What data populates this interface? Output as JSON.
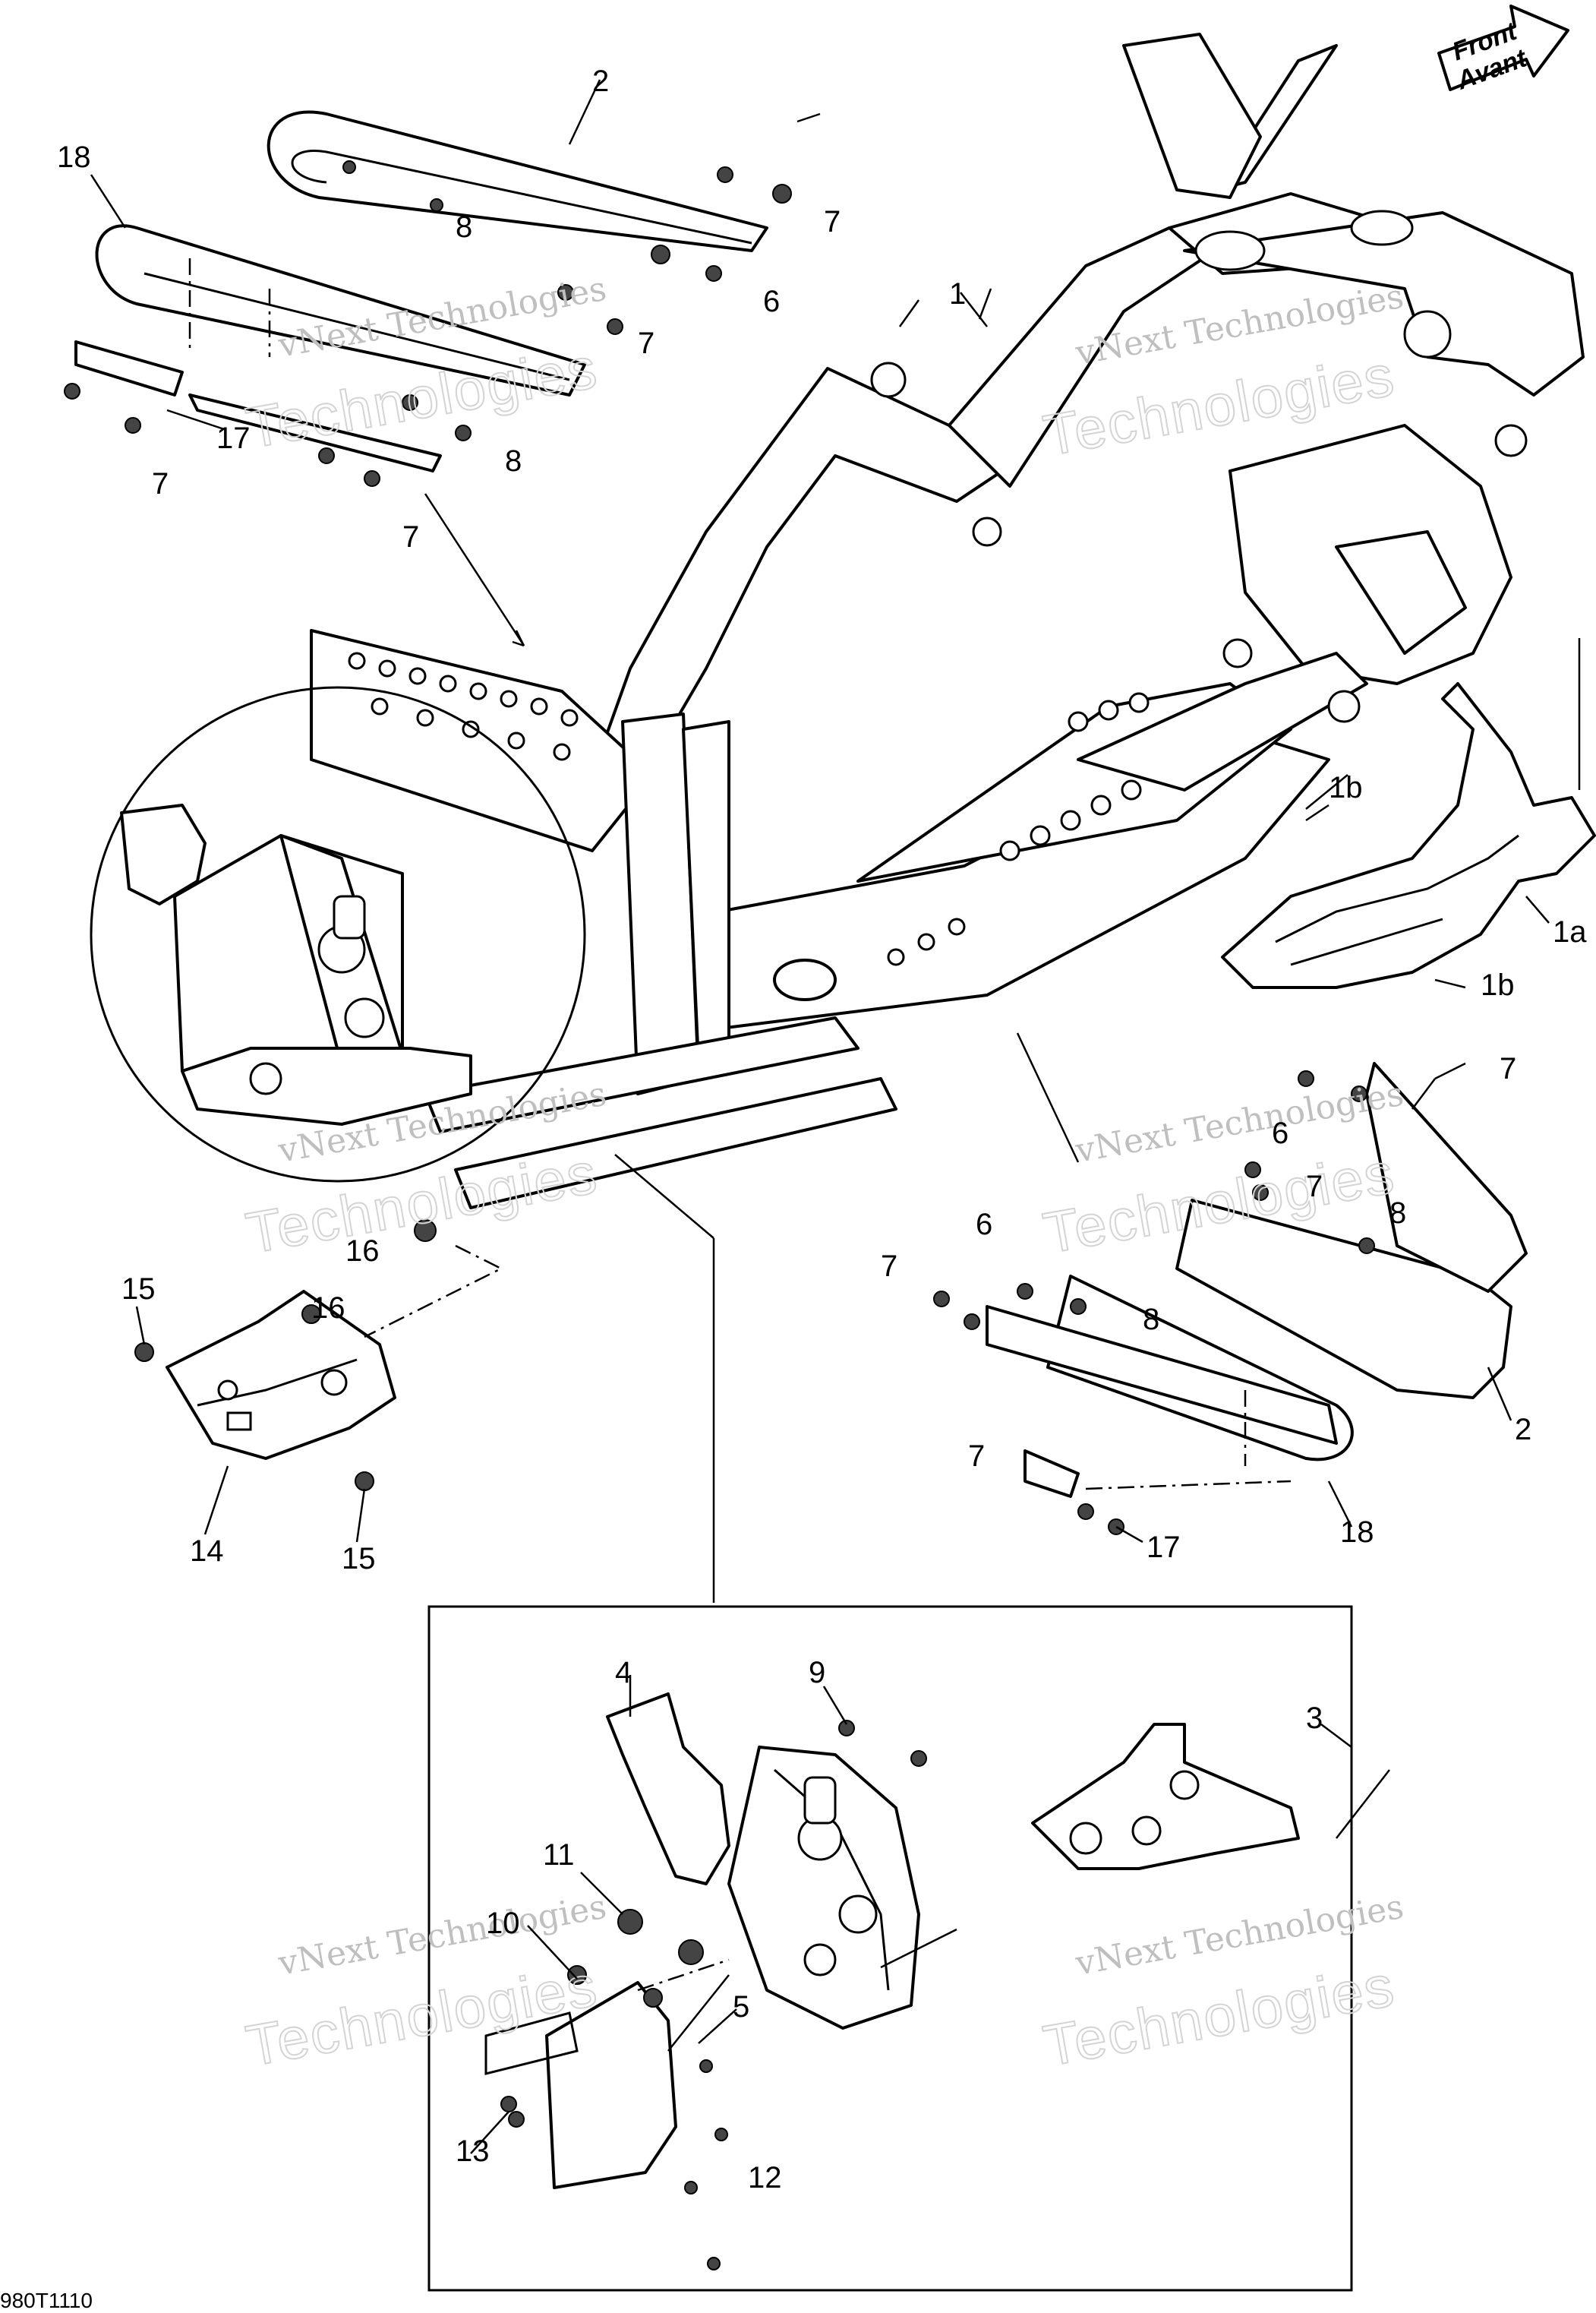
{
  "reference_code": "980T1110",
  "direction_arrow": {
    "line1": "Front",
    "line2": "Avant"
  },
  "watermark": {
    "line1": "vNext Technologies",
    "line2": "Technologies"
  },
  "callouts": {
    "c1": "1",
    "c1a": "1a",
    "c1b_top": "1b",
    "c1b_bottom": "1b",
    "c2_top": "2",
    "c2_right": "2",
    "c3": "3",
    "c4": "4",
    "c5": "5",
    "c6_top": "6",
    "c6_right_a": "6",
    "c6_right_b": "6",
    "c7_t1": "7",
    "c7_t2": "7",
    "c7_t3": "7",
    "c7_t4": "7",
    "c7_r1": "7",
    "c7_r2": "7",
    "c7_r3": "7",
    "c7_r4": "7",
    "c8_t1": "8",
    "c8_t2": "8",
    "c8_r1": "8",
    "c8_r2": "8",
    "c9": "9",
    "c10": "10",
    "c11": "11",
    "c12": "12",
    "c13": "13",
    "c14": "14",
    "c15_top": "15",
    "c15_bottom": "15",
    "c16_a": "16",
    "c16_b": "16",
    "c17_top": "17",
    "c17_bottom": "17",
    "c18_top": "18",
    "c18_bottom": "18"
  }
}
